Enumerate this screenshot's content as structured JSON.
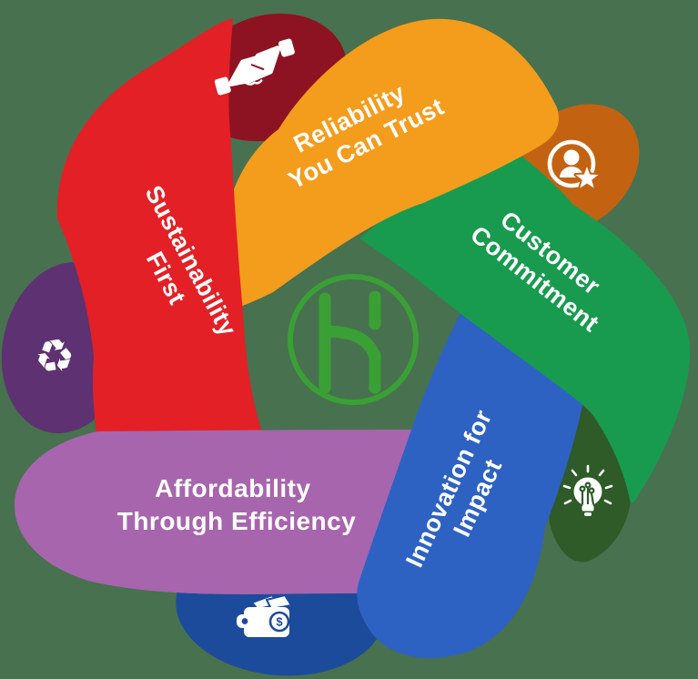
{
  "background_color": "#48714f",
  "diagram": {
    "type": "pentagonal-ribbon-loop",
    "center_logo": {
      "description": "stylized letter H in circle",
      "color": "#3aa035"
    },
    "ribbons": [
      {
        "id": "reliability",
        "label_line1": "Reliability",
        "label_line2": "You Can Trust",
        "color": "#f49c1c",
        "fold_color": "#c36312",
        "icon": "person-star-icon"
      },
      {
        "id": "customer",
        "label_line1": "Customer",
        "label_line2": "Commitment",
        "color": "#189b4f",
        "fold_color": "#2e5b28",
        "icon": "lightbulb-icon"
      },
      {
        "id": "innovation",
        "label_line1": "Innovation for",
        "label_line2": "Impact",
        "color": "#2d62c3",
        "fold_color": "#1d4b9c",
        "icon": "wallet-icon"
      },
      {
        "id": "affordability",
        "label_line1": "Affordability",
        "label_line2": "Through Efficiency",
        "color": "#a765ad",
        "fold_color": "#5e3172",
        "icon": "recycle-icon"
      },
      {
        "id": "sustainability",
        "label_line1": "Sustainability",
        "label_line2": "First",
        "color": "#e32025",
        "fold_color": "#8e1322",
        "icon": "handshake-icon"
      }
    ],
    "icons": {
      "recycle_glyph": "♻",
      "coin_symbol": "$"
    }
  }
}
